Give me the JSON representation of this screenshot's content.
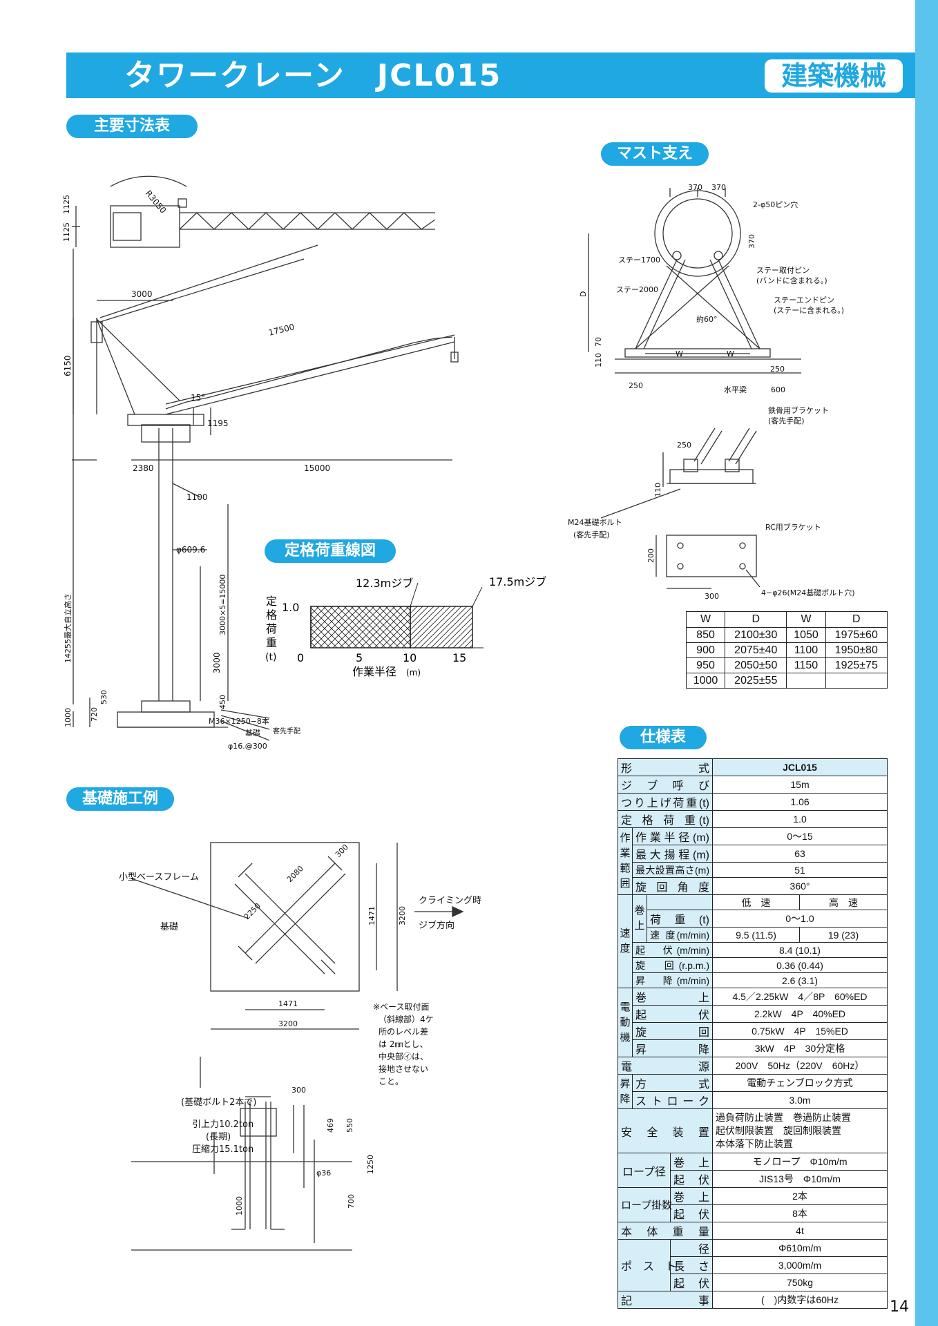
{
  "header": {
    "title": "タワークレーン　JCL015",
    "badge": "建築機械"
  },
  "sections": {
    "dims": "主要寸法表",
    "mast": "マスト支え",
    "load": "定格荷重線図",
    "spec": "仕様表",
    "foundation": "基礎施工例"
  },
  "dimension_labels": {
    "r": "R3050",
    "h1125a": "1125",
    "h1125b": "1125",
    "w3000": "3000",
    "j17500": "17500",
    "h6150": "6150",
    "a15": "15°",
    "d1195": "1195",
    "d2380": "2380",
    "d15000": "15000",
    "d1100": "1100",
    "phi": "φ609.6",
    "mast": "3000×5=15000",
    "total": "14255最大自立高さ",
    "d3000": "3000",
    "d450": "450",
    "d720": "720",
    "d530": "530",
    "d1000": "1000",
    "bolt": "M36×1250−8本",
    "kiso": "基礎",
    "rebar": "φ16.@300",
    "client": "客先手配"
  },
  "load_chart": {
    "jib12": "12.3mジブ",
    "jib17": "17.5mジブ",
    "ylabel": "定格荷重",
    "yunit": "(t)",
    "ytick": "1.0",
    "xticks": [
      "0",
      "5",
      "10",
      "15"
    ],
    "xlabel": "作業半径",
    "xunit": "(m)"
  },
  "mast_labels": {
    "d370a": "370",
    "d370b": "370",
    "pin": "2-φ50ピン穴",
    "d370c": "370",
    "stay1700": "ステー1700",
    "stay2000": "ステー2000",
    "stayPin": "ステー取付ピン",
    "stayPinNote": "(バンドに含まれる。)",
    "endPin": "ステーエンドピン",
    "endPinNote": "(ステーに含まれる。)",
    "angle": "約60°",
    "D": "D",
    "d70": "70",
    "d110": "110",
    "W1": "W",
    "W2": "W",
    "d250a": "250",
    "d250b": "250",
    "beam": "水平梁",
    "d600": "600",
    "bracket": "鉄骨用ブラケット",
    "bracketNote": "(客先手配)",
    "d250c": "250",
    "d110b": "110",
    "m24": "M24基礎ボルト",
    "m24Note": "(客先手配)",
    "rc": "RC用ブラケット",
    "d200": "200",
    "d300": "300",
    "holes": "4−φ26(M24基礎ボルト穴)"
  },
  "wd_table": {
    "headers": [
      "W",
      "D",
      "W",
      "D"
    ],
    "rows": [
      [
        "850",
        "2100±30",
        "1050",
        "1975±60"
      ],
      [
        "900",
        "2075±40",
        "1100",
        "1950±80"
      ],
      [
        "950",
        "2050±50",
        "1150",
        "1925±75"
      ],
      [
        "1000",
        "2025±55",
        "",
        ""
      ]
    ]
  },
  "spec": {
    "keishiki": "形　　　　式",
    "model": "JCL015",
    "jib": "ジ　ブ　呼　び",
    "jib_v": "15m",
    "lift": "つり上げ荷重(t)",
    "lift_v": "1.06",
    "rated": "定 格 荷 重(t)",
    "rated_v": "1.0",
    "range_g": "作業範囲",
    "radius": "作業半径(m)",
    "radius_v": "0〜15",
    "hoist": "最大揚程(m)",
    "hoist_v": "63",
    "height": "最大設置高さ(m)",
    "height_v": "51",
    "slew": "旋 回 角 度",
    "slew_v": "360°",
    "speed_g": "速度",
    "maki_g": "巻上",
    "low": "低　速",
    "high": "高　速",
    "load": "荷　重　(t)",
    "load_v": "0〜1.0",
    "spd": "速 度(m/min)",
    "spd_low": "9.5 (11.5)",
    "spd_high": "19 (23)",
    "luff": "起　伏(m/min)",
    "luff_v": "8.4 (10.1)",
    "rot": "旋　回(r.p.m.)",
    "rot_v": "0.36 (0.44)",
    "updown": "昇　降(m/min)",
    "updown_v": "2.6 (3.1)",
    "motor_g": "電動機",
    "m_hoist": "巻　　上",
    "m_hoist_v": "4.5／2.25kW　4／8P　60%ED",
    "m_luff": "起　　伏",
    "m_luff_v": "2.2kW　4P　40%ED",
    "m_slew": "旋　　回",
    "m_slew_v": "0.75kW　4P　15%ED",
    "m_lift": "昇　　降",
    "m_lift_v": "3kW　4P　30分定格",
    "power": "電　　　　源",
    "power_v": "200V　50Hz（220V　60Hz）",
    "climb_g": "昇降",
    "method": "方　　　式",
    "method_v": "電動チェンブロック方式",
    "stroke": "ストローク",
    "stroke_v": "3.0m",
    "safety": "安　全　装　置",
    "safety_v1": "過負荷防止装置　巻過防止装置",
    "safety_v2": "起伏制限装置　旋回制限装置",
    "safety_v3": "本体落下防止装置",
    "rope_d": "ロープ径",
    "rd_hoist": "巻　上",
    "rd_hoist_v": "モノロープ　Φ10m/m",
    "rd_luff": "起　伏",
    "rd_luff_v": "JIS13号　Φ10m/m",
    "rope_n": "ロープ掛数",
    "rn_hoist": "巻　上",
    "rn_hoist_v": "2本",
    "rn_luff": "起　伏",
    "rn_luff_v": "8本",
    "weight": "本　体　重　量",
    "weight_v": "4t",
    "post": "ポ　ス　ト",
    "p_dia": "径",
    "p_dia_v": "Φ610m/m",
    "p_len": "長　さ",
    "p_len_v": "3,000m/m",
    "p_luff": "起　伏",
    "p_luff_v": "750kg",
    "note": "記　　　　事",
    "note_v": "(　)内数字は60Hz"
  },
  "foundation_labels": {
    "base": "小型ベースフレーム",
    "kiso": "基礎",
    "d300": "300",
    "d2080": "2080",
    "d2250": "2250",
    "d1471v": "1471",
    "d3200v": "3200",
    "d1471h": "1471",
    "d3200h": "3200",
    "climb1": "クライミング時",
    "climb2": "ジブ方向",
    "note": [
      "※ベース取付面",
      "（斜線部）4ケ",
      "所のレベル差",
      "は 2㎜とし、",
      "中央部㋑は、",
      "接地させない",
      "こと。"
    ],
    "bolt2": "(基礎ボルト2本で)",
    "pull": "引上力10.2ton",
    "longterm": "(長期)",
    "press": "圧縮力15.1ton",
    "d300b": "300",
    "d469": "469",
    "d550": "550",
    "d36": "φ36",
    "d1250": "1250",
    "d700": "700",
    "d1000": "1000"
  },
  "page_number": "14"
}
